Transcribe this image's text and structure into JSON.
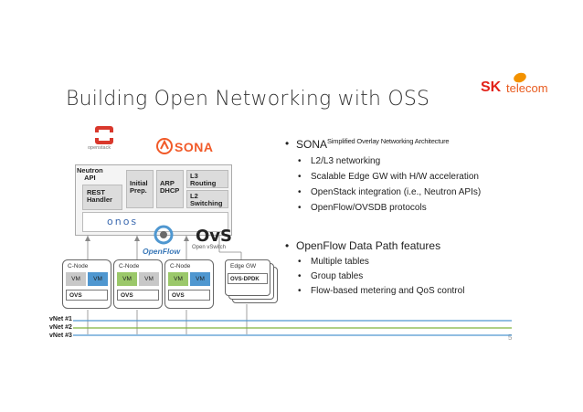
{
  "slide": {
    "title": "Building Open Networking with OSS",
    "page_number": "5"
  },
  "logo": {
    "sk": "SK",
    "telecom": "telecom"
  },
  "sona_section": {
    "heading": "SONA",
    "heading_sup": "Simplified Overlay Networking Architecture",
    "items": [
      "L2/L3 networking",
      "Scalable Edge GW with H/W acceleration",
      "OpenStack integration (i.e., Neutron APIs)",
      "OpenFlow/OVSDB protocols"
    ]
  },
  "openflow_section": {
    "heading": "OpenFlow Data Path features",
    "items": [
      "Multiple tables",
      "Group tables",
      "Flow-based metering and QoS control"
    ]
  },
  "diagram": {
    "openstack_label": "openstack",
    "sona_label": "SONA",
    "neutron_api": "Neutron\nAPI",
    "rest_handler": "REST\nHandler",
    "initial_prep": "Initial\nPrep.",
    "arp_dhcp": "ARP\nDHCP",
    "l3_routing": "L3\nRouting",
    "l2_switching": "L2\nSwitching",
    "onos_label": "onos",
    "openflow_label": "OpenFlow",
    "ovs_logo": "OvS",
    "open_vswitch_label": "Open vSwitch",
    "c_node_label": "C-Node",
    "vm_label": "VM",
    "ovs_label": "OVS",
    "edge_gw_label": "Edge GW",
    "ovs_dpdk_label": "OVS-DPDK",
    "vnets": [
      "vNet #1",
      "vNet #2",
      "vNet #3"
    ],
    "colors": {
      "vm_blue": "#4f97d0",
      "vm_gray": "#c8c8c8",
      "vm_green": "#9bc86a",
      "sona_orange": "#f15a29",
      "openstack_red": "#d9382c",
      "onos_blue": "#3c6ab0",
      "vnet1": "#4f97d0",
      "vnet2": "#7fb43c",
      "vnet3": "#4f97d0"
    }
  }
}
